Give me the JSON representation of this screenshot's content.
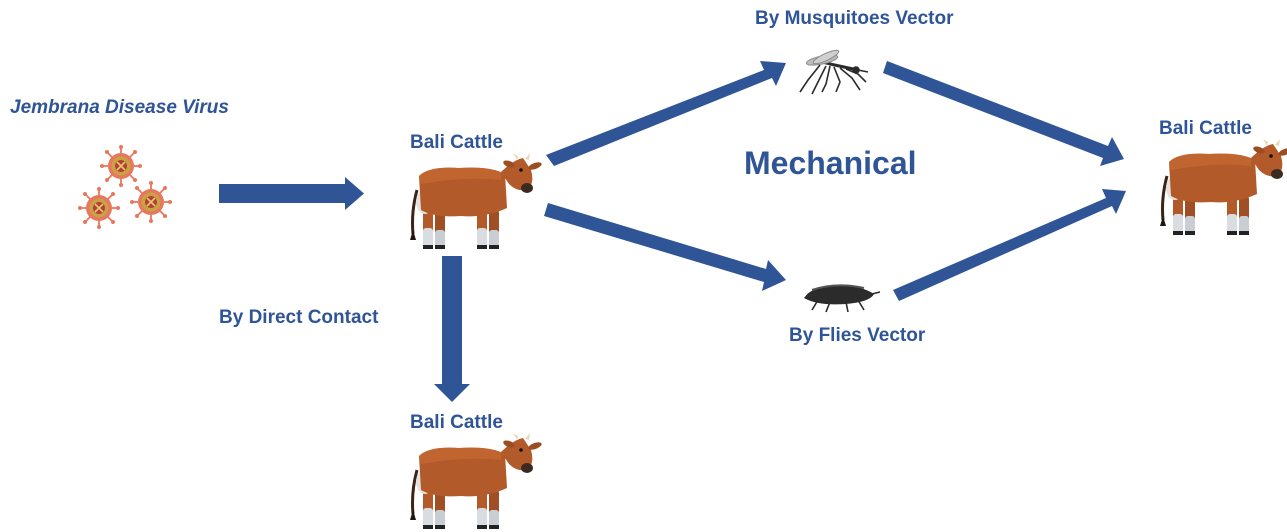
{
  "labels": {
    "virus": "Jembrana Disease Virus",
    "cattle_source": "Bali Cattle",
    "cattle_contact": "Bali Cattle",
    "cattle_target": "Bali Cattle",
    "mosquito_vector": "By Musquitoes Vector",
    "flies_vector": "By Flies Vector",
    "direct_contact": "By Direct Contact",
    "mechanical": "Mechanical"
  },
  "colors": {
    "arrow": "#2f5597",
    "text": "#2f5597",
    "cattle_body": "#b35a2a",
    "cattle_leg": "#d9dde2",
    "virus_ring": "#e8775e",
    "virus_core": "#c9a246",
    "insect": "#2b2b2b"
  },
  "icons": {
    "virus": "virus-cluster-icon",
    "cattle": "cattle-icon",
    "mosquito": "mosquito-icon",
    "fly": "fly-icon"
  }
}
